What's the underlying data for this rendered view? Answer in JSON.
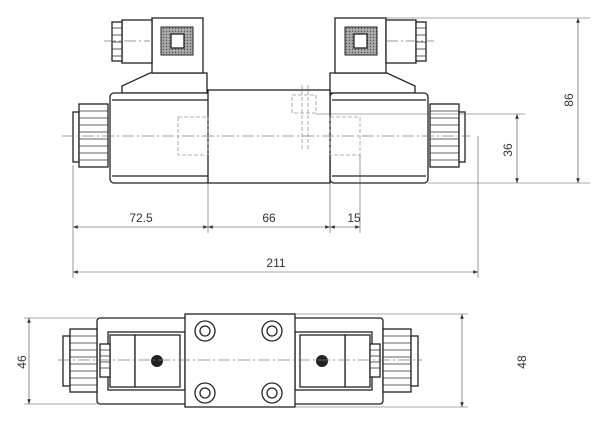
{
  "drawing": {
    "title": "Solenoid directional valve dimension drawing",
    "dimensions": {
      "overall_height": "86",
      "center_height": "36",
      "left_coil_length": "72.5",
      "center_block_length": "66",
      "offset": "15",
      "overall_length": "211",
      "bottom_left_width": "46",
      "bottom_right_width": "48"
    },
    "colors": {
      "line": "#222222",
      "background": "#ffffff"
    }
  }
}
